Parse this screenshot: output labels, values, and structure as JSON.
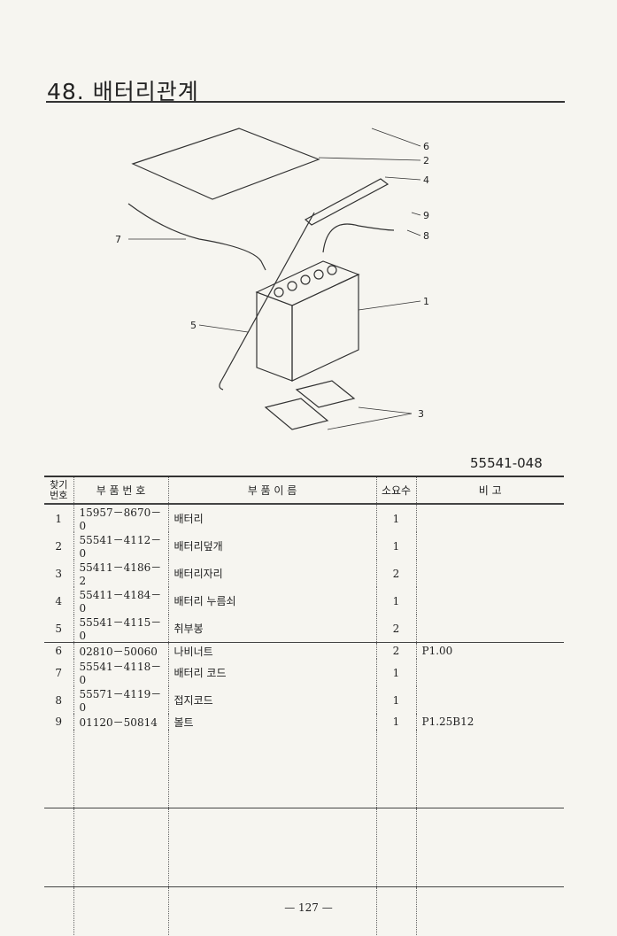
{
  "title": "48. 배터리관계",
  "diagram": {
    "callouts": [
      "6",
      "2",
      "4",
      "9",
      "8",
      "7",
      "1",
      "5",
      "3"
    ]
  },
  "drawing_code": "55541-048",
  "table": {
    "headers": {
      "no": "찾기\n번호",
      "part_no": "부 품 번 호",
      "name": "부   품   이   름",
      "qty": "소요수",
      "remarks": "비        고"
    },
    "rows": [
      {
        "no": "1",
        "part_no": "15957－8670－0",
        "name": "배터리",
        "qty": "1",
        "remarks": ""
      },
      {
        "no": "2",
        "part_no": "55541－4112－0",
        "name": "배터리덮개",
        "qty": "1",
        "remarks": ""
      },
      {
        "no": "3",
        "part_no": "55411－4186－2",
        "name": "배터리자리",
        "qty": "2",
        "remarks": ""
      },
      {
        "no": "4",
        "part_no": "55411－4184－0",
        "name": "배터리 누름쇠",
        "qty": "1",
        "remarks": ""
      },
      {
        "no": "5",
        "part_no": "55541－4115－0",
        "name": "취부봉",
        "qty": "2",
        "remarks": ""
      },
      {
        "no": "6",
        "part_no": "02810－50060",
        "name": "나비너트",
        "qty": "2",
        "remarks": "P1.00"
      },
      {
        "no": "7",
        "part_no": "55541－4118－0",
        "name": "배터리 코드",
        "qty": "1",
        "remarks": ""
      },
      {
        "no": "8",
        "part_no": "55571－4119－0",
        "name": "접지코드",
        "qty": "1",
        "remarks": ""
      },
      {
        "no": "9",
        "part_no": "01120－50814",
        "name": "볼트",
        "qty": "1",
        "remarks": "P1.25B12"
      }
    ]
  },
  "page_number": "— 127 —"
}
